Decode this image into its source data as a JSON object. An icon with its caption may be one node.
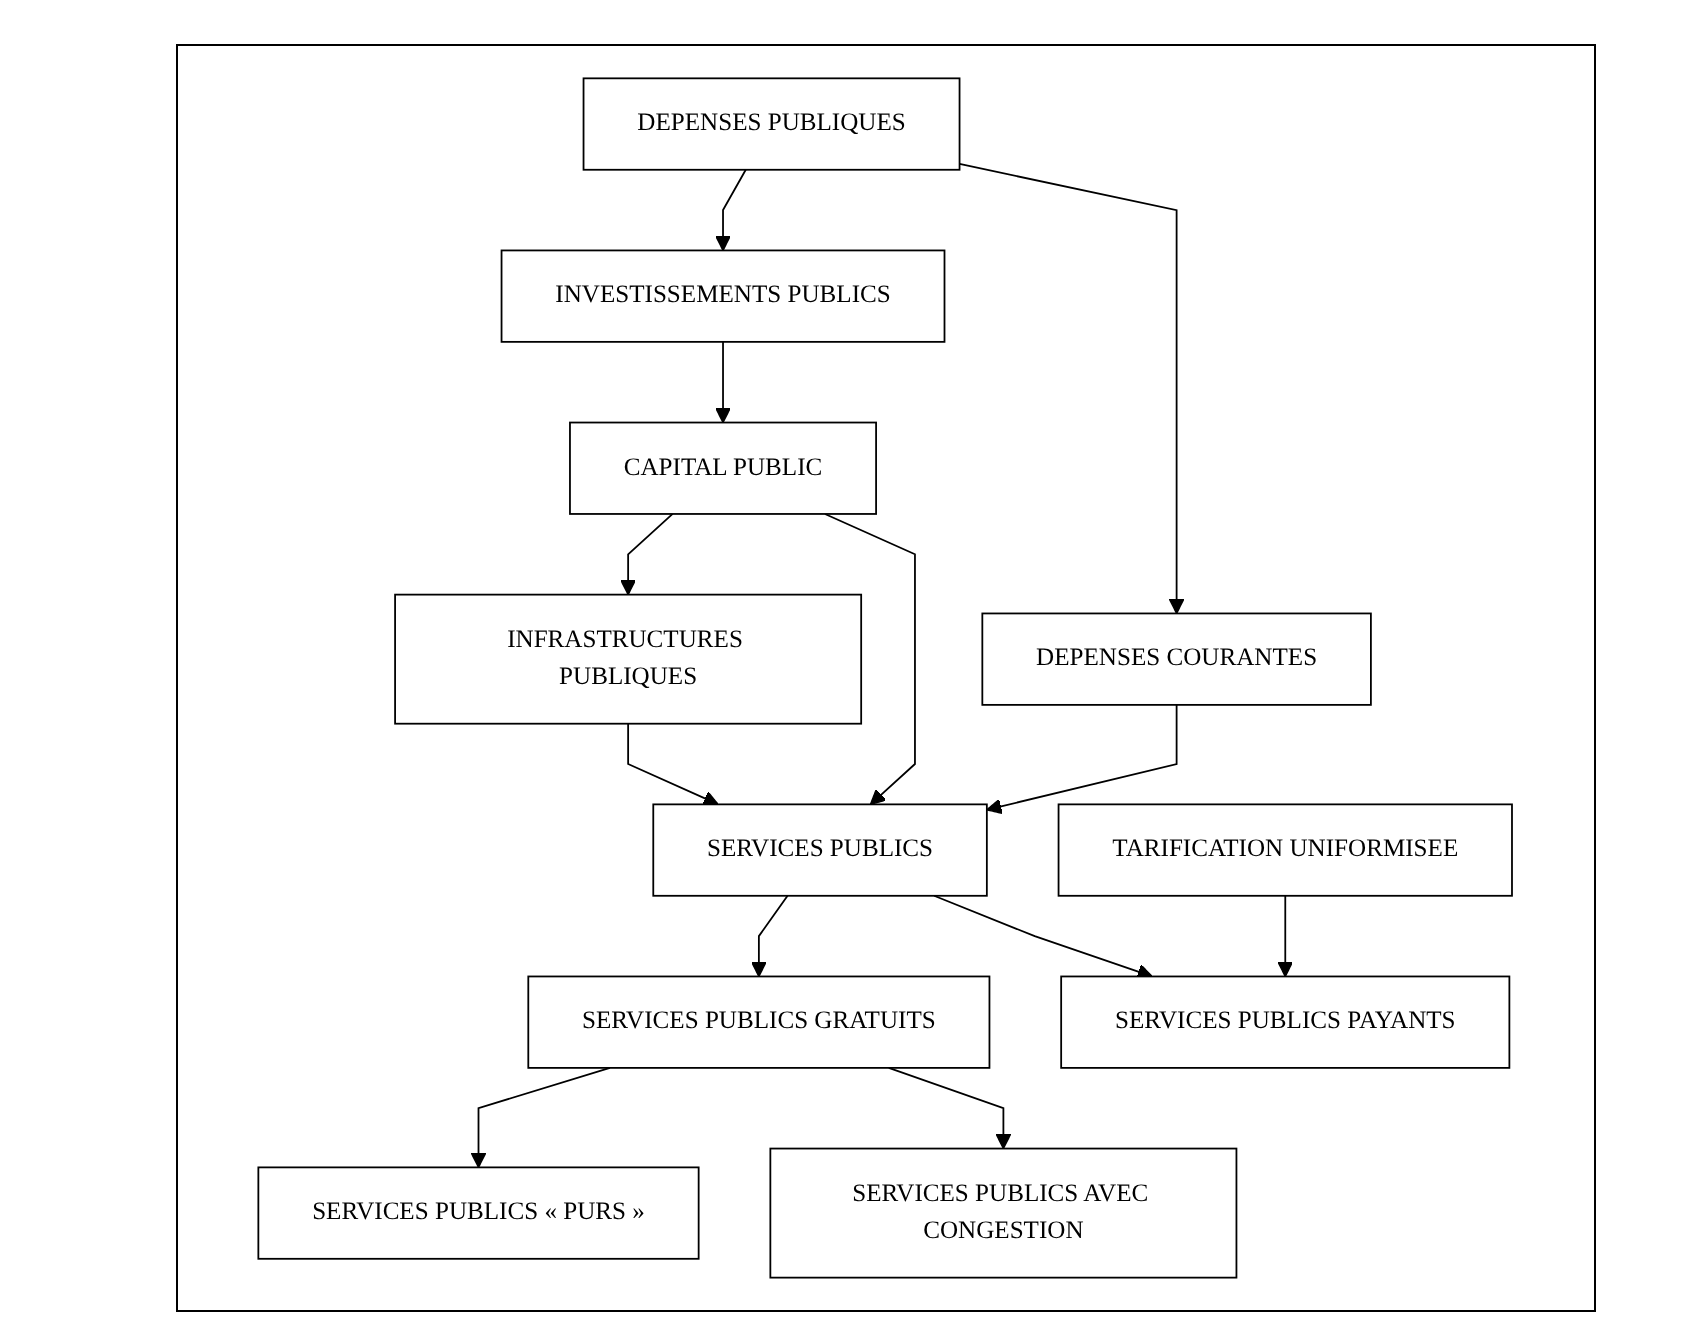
{
  "diagram": {
    "nodes": [
      {
        "text": [
          "DEPENSES PUBLIQUES"
        ]
      },
      {
        "text": [
          "INVESTISSEMENTS PUBLICS"
        ]
      },
      {
        "text": [
          "DEPENSES COURANTES"
        ]
      },
      {
        "text": [
          "CAPITAL PUBLIC"
        ]
      },
      {
        "text": [
          "INFRASTRUCTURES PUBLIQUES"
        ]
      },
      {
        "text": [
          "SERVICES PUBLICS"
        ]
      },
      {
        "text": [
          "TARIFICATION UNIFORMISEE"
        ]
      },
      {
        "text": [
          "SERVICES PUBLICS GRATUITS"
        ]
      },
      {
        "text": [
          "SERVICES PUBLICS PAYANTS"
        ]
      },
      {
        "text": [
          "SERVICES PUBLICS « PURS »"
        ]
      },
      {
        "text": [
          "SERVICES PUBLICS AVEC CONGESTION"
        ]
      }
    ],
    "edges": [
      {
        "from": 0,
        "to": 1,
        "arrow": "to"
      },
      {
        "from": 0,
        "to": 2,
        "arrow": "to"
      },
      {
        "from": 1,
        "to": 3,
        "arrow": "to"
      },
      {
        "from": 3,
        "to": 4,
        "arrow": "to"
      },
      {
        "from": 3,
        "to": 5,
        "arrow": "to"
      },
      {
        "from": 2,
        "to": 5,
        "arrow": "to"
      },
      {
        "from": 4,
        "to": 5,
        "arrow": "to"
      },
      {
        "from": 5,
        "to": 7,
        "arrow": "to"
      },
      {
        "from": 5,
        "to": 8,
        "arrow": "to"
      },
      {
        "from": 6,
        "to": 8,
        "arrow": "to"
      },
      {
        "from": 7,
        "to": 9,
        "arrow": "to"
      },
      {
        "from": 7,
        "to": 10,
        "arrow": "to"
      }
    ]
  }
}
